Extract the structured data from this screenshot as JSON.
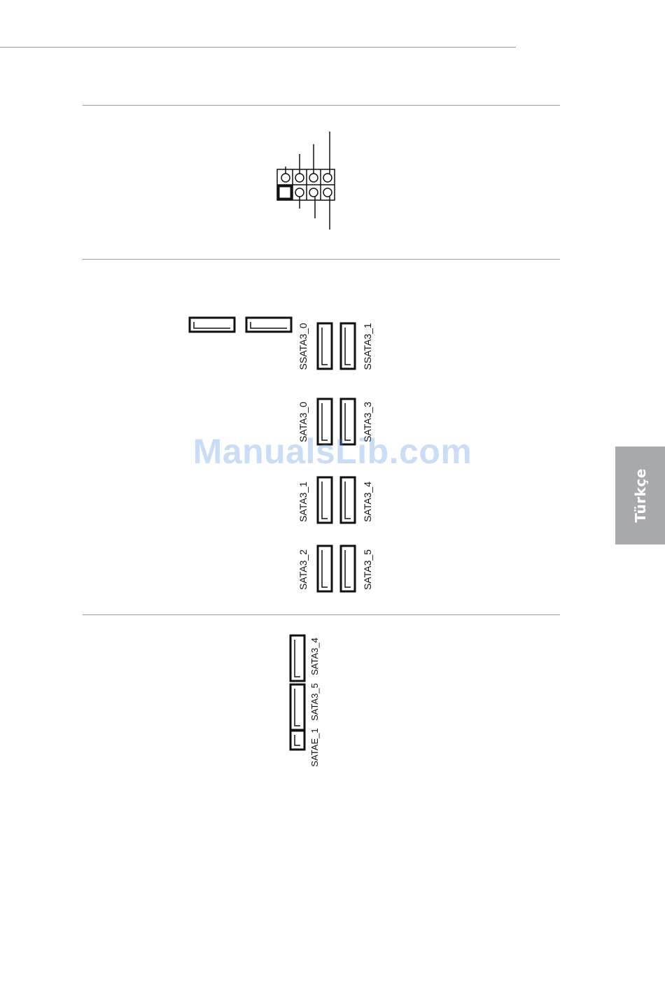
{
  "sata_connectors": {
    "ssata": [
      "SSATA3_0",
      "SSATA3_1"
    ],
    "sata_column_left": [
      "SATA3_0",
      "SATA3_1",
      "SATA3_2"
    ],
    "sata_column_right": [
      "SATA3_3",
      "SATA3_4",
      "SATA3_5"
    ]
  },
  "sata_express": {
    "labels": [
      "SATAE_1",
      "SATA3_5",
      "SATA3_4"
    ]
  },
  "side_tab": {
    "label": "Türkçe"
  },
  "watermark": {
    "text": "ManualsLib.com"
  }
}
